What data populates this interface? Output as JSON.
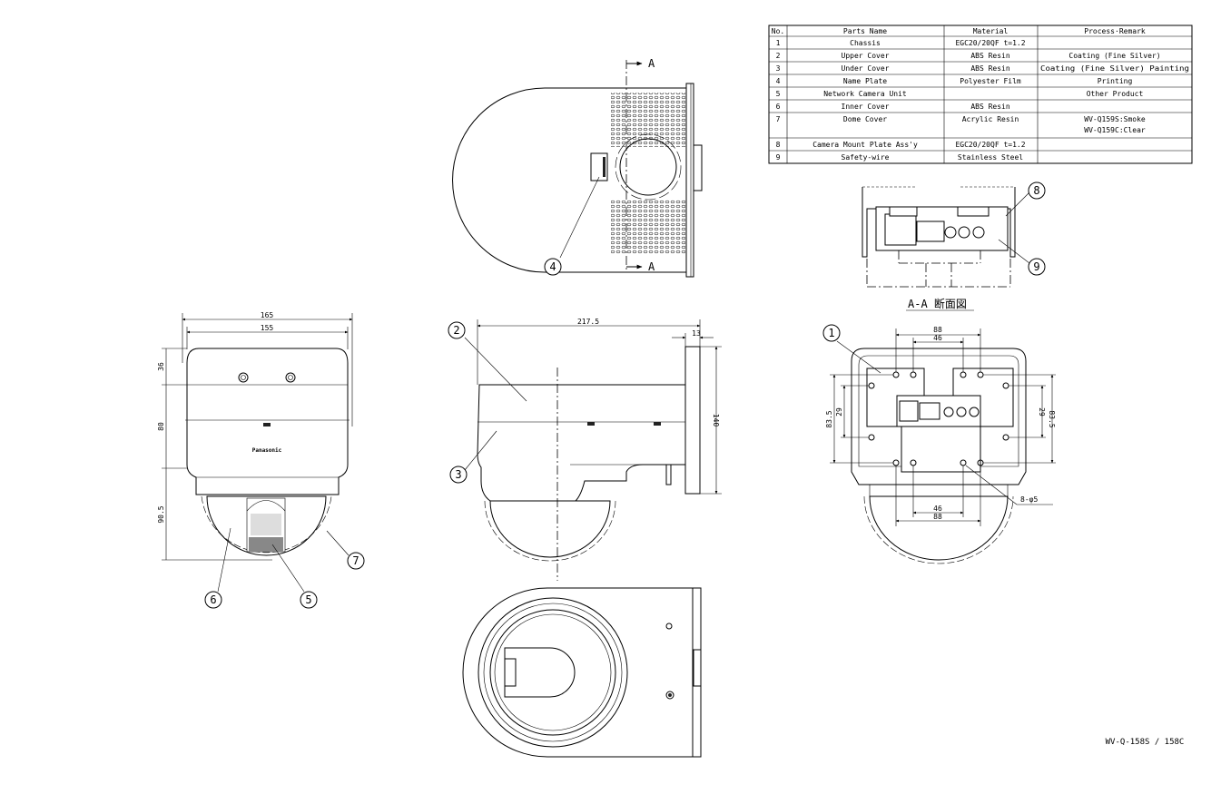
{
  "parts_table": {
    "headers": [
      "No.",
      "Parts Name",
      "Material",
      "Process·Remark"
    ],
    "rows": [
      {
        "no": "1",
        "name": "Chassis",
        "material": "EGC20/20QF t=1.2",
        "remark": ""
      },
      {
        "no": "2",
        "name": "Upper Cover",
        "material": "ABS Resin",
        "remark": "Coating (Fine Silver)"
      },
      {
        "no": "3",
        "name": "Under Cover",
        "material": "ABS Resin",
        "remark": "Coating (Fine Silver) Painting"
      },
      {
        "no": "4",
        "name": "Name Plate",
        "material": "Polyester Film",
        "remark": "Printing"
      },
      {
        "no": "5",
        "name": "Network Camera Unit",
        "material": "",
        "remark": "Other Product"
      },
      {
        "no": "6",
        "name": "Inner Cover",
        "material": "ABS Resin",
        "remark": ""
      },
      {
        "no": "7",
        "name": "Dome Cover",
        "material": "Acrylic Resin",
        "remark": "WV-Q159S:Smoke",
        "remark2": "WV-Q159C:Clear"
      },
      {
        "no": "8",
        "name": "Camera Mount Plate Ass'y",
        "material": "EGC20/20QF t=1.2",
        "remark": ""
      },
      {
        "no": "9",
        "name": "Safety-wire",
        "material": "Stainless Steel",
        "remark": ""
      }
    ]
  },
  "callouts": [
    "1",
    "2",
    "3",
    "4",
    "5",
    "6",
    "7",
    "8",
    "9"
  ],
  "section_marks": {
    "top": "A",
    "bottom": "A"
  },
  "section_title": "A-A 断面図",
  "brand_label": "Panasonic",
  "model_label": "WV-Q-158S / 158C",
  "dimensions": {
    "front_width_outer": "165",
    "front_width_inner": "155",
    "front_h1": "36",
    "front_h2": "80",
    "front_h3": "90.5",
    "side_length": "217.5",
    "side_flange": "13",
    "side_height": "140",
    "mount_top_outer": "88",
    "mount_top_inner": "46",
    "mount_bottom_inner": "46",
    "mount_bottom_outer": "88",
    "mount_left_outer": "83.5",
    "mount_left_inner": "29",
    "mount_right_inner": "29",
    "mount_right_outer": "83.5",
    "hole_spec": "8-φ5"
  }
}
